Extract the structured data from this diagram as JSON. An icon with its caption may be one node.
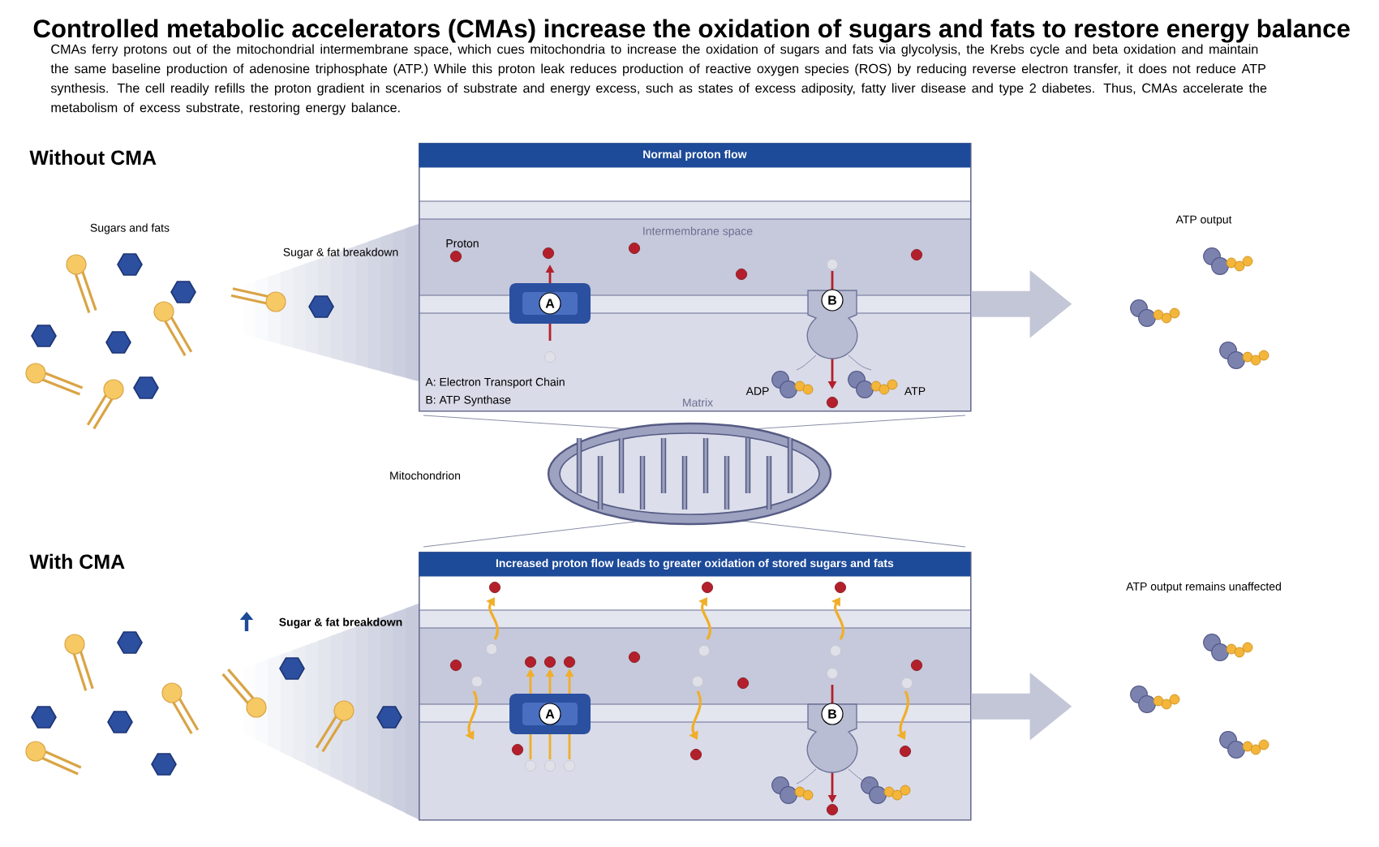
{
  "diagram": {
    "title": "Controlled metabolic accelerators (CMAs) increase the oxidation of sugars and fats to restore energy balance",
    "caption": "CMAs ferry protons out of the mitochondrial intermembrane space, which cues mitochondria to increase the oxidation of sugars and fats via glycolysis, the Krebs cycle and beta oxidation and maintain the same baseline production of adenosine triphosphate (ATP.) While this proton leak reduces production of reactive oxygen species (ROS) by reducing reverse electron transfer, it does not reduce ATP synthesis. The cell readily refills the proton gradient in scenarios of substrate and energy excess, such as states of excess adiposity, fatty liver disease and type 2 diabetes. Thus, CMAs accelerate the metabolism of excess substrate, restoring energy balance.",
    "nodes": [
      {
        "text": [
          "Normal proton flow"
        ]
      },
      {
        "text": [
          "A"
        ],
        "in": 0
      },
      {
        "text": [
          "B"
        ],
        "in": 0
      },
      {
        "text": [
          "Increased proton flow leads to greater oxidation of stored sugars and fats"
        ]
      },
      {
        "text": [
          "A"
        ],
        "in": 3
      },
      {
        "text": [
          "B"
        ],
        "in": 3
      }
    ],
    "edges": [
      {
        "from": 0,
        "to": null,
        "arrow": "to"
      },
      {
        "from": 3,
        "to": null,
        "arrow": "to"
      }
    ],
    "labels": [
      "Without CMA",
      "Sugars and fats",
      "Sugar & fat breakdown",
      "Proton",
      "Intermembrane space",
      "A: Electron Transport Chain",
      "B: ATP Synthase",
      "Matrix",
      "ADP",
      "ATP",
      "ATP output",
      "Mitochondrion",
      "With CMA",
      "Sugar & fat breakdown",
      "ATP output remains unaffected"
    ]
  }
}
